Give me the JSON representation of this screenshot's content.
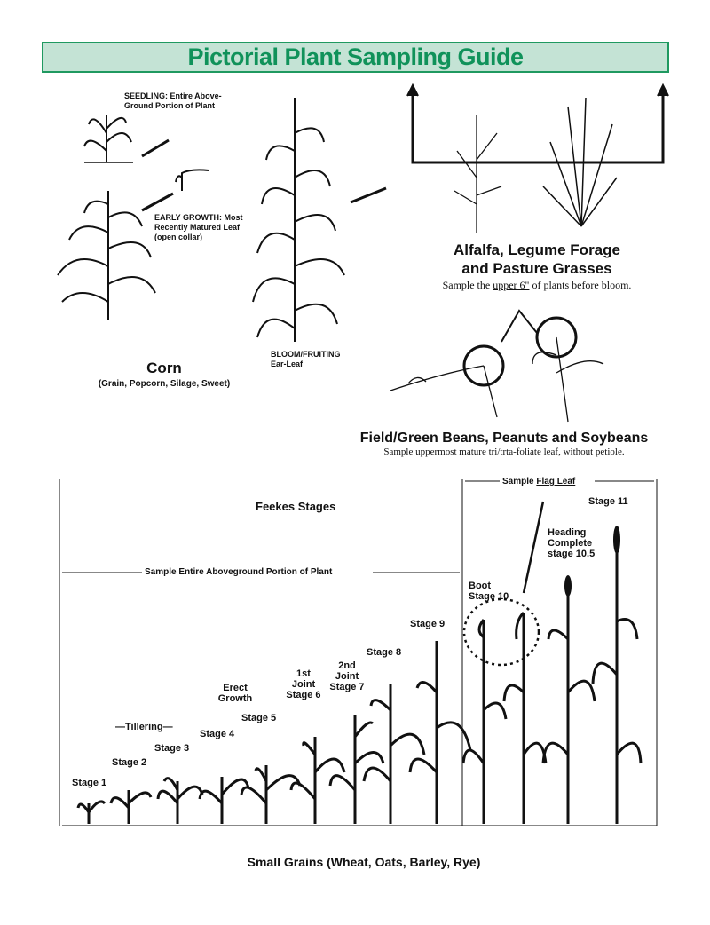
{
  "title": "Pictorial Plant Sampling Guide",
  "corn": {
    "seedling": "SEEDLING: Entire Above-Ground Portion of Plant",
    "early_growth": "EARLY GROWTH: Most Recently Matured Leaf (open collar)",
    "bloom": "BLOOM/FRUITING Ear-Leaf",
    "name": "Corn",
    "types": "(Grain, Popcorn, Silage, Sweet)"
  },
  "alfalfa": {
    "name_line1": "Alfalfa, Legume Forage",
    "name_line2": "and Pasture Grasses",
    "note_pre": "Sample the ",
    "note_u": "upper 6\"",
    "note_post": " of plants before bloom."
  },
  "beans": {
    "name": "Field/Green Beans, Peanuts and Soybeans",
    "note": "Sample uppermost mature tri/trta-foliate leaf, without petiole."
  },
  "grains": {
    "feekes": "Feekes Stages",
    "sample_entire": "Sample Entire Aboveground Portion of Plant",
    "sample_flag_pre": "Sample ",
    "sample_flag_u": "Flag Leaf",
    "stage1": "Stage 1",
    "stage2": "Stage 2",
    "stage3": "Stage 3",
    "tillering": "Tillering",
    "stage4": "Stage 4",
    "stage5": "Stage 5",
    "erect": "Erect Growth",
    "stage6": "1st Joint Stage 6",
    "stage7": "2nd Joint Stage 7",
    "stage8": "Stage 8",
    "stage9": "Stage 9",
    "stage10": "Boot Stage 10",
    "stage105": "Heading Complete stage 10.5",
    "stage11": "Stage 11",
    "caption": "Small Grains (Wheat, Oats, Barley, Rye)"
  }
}
